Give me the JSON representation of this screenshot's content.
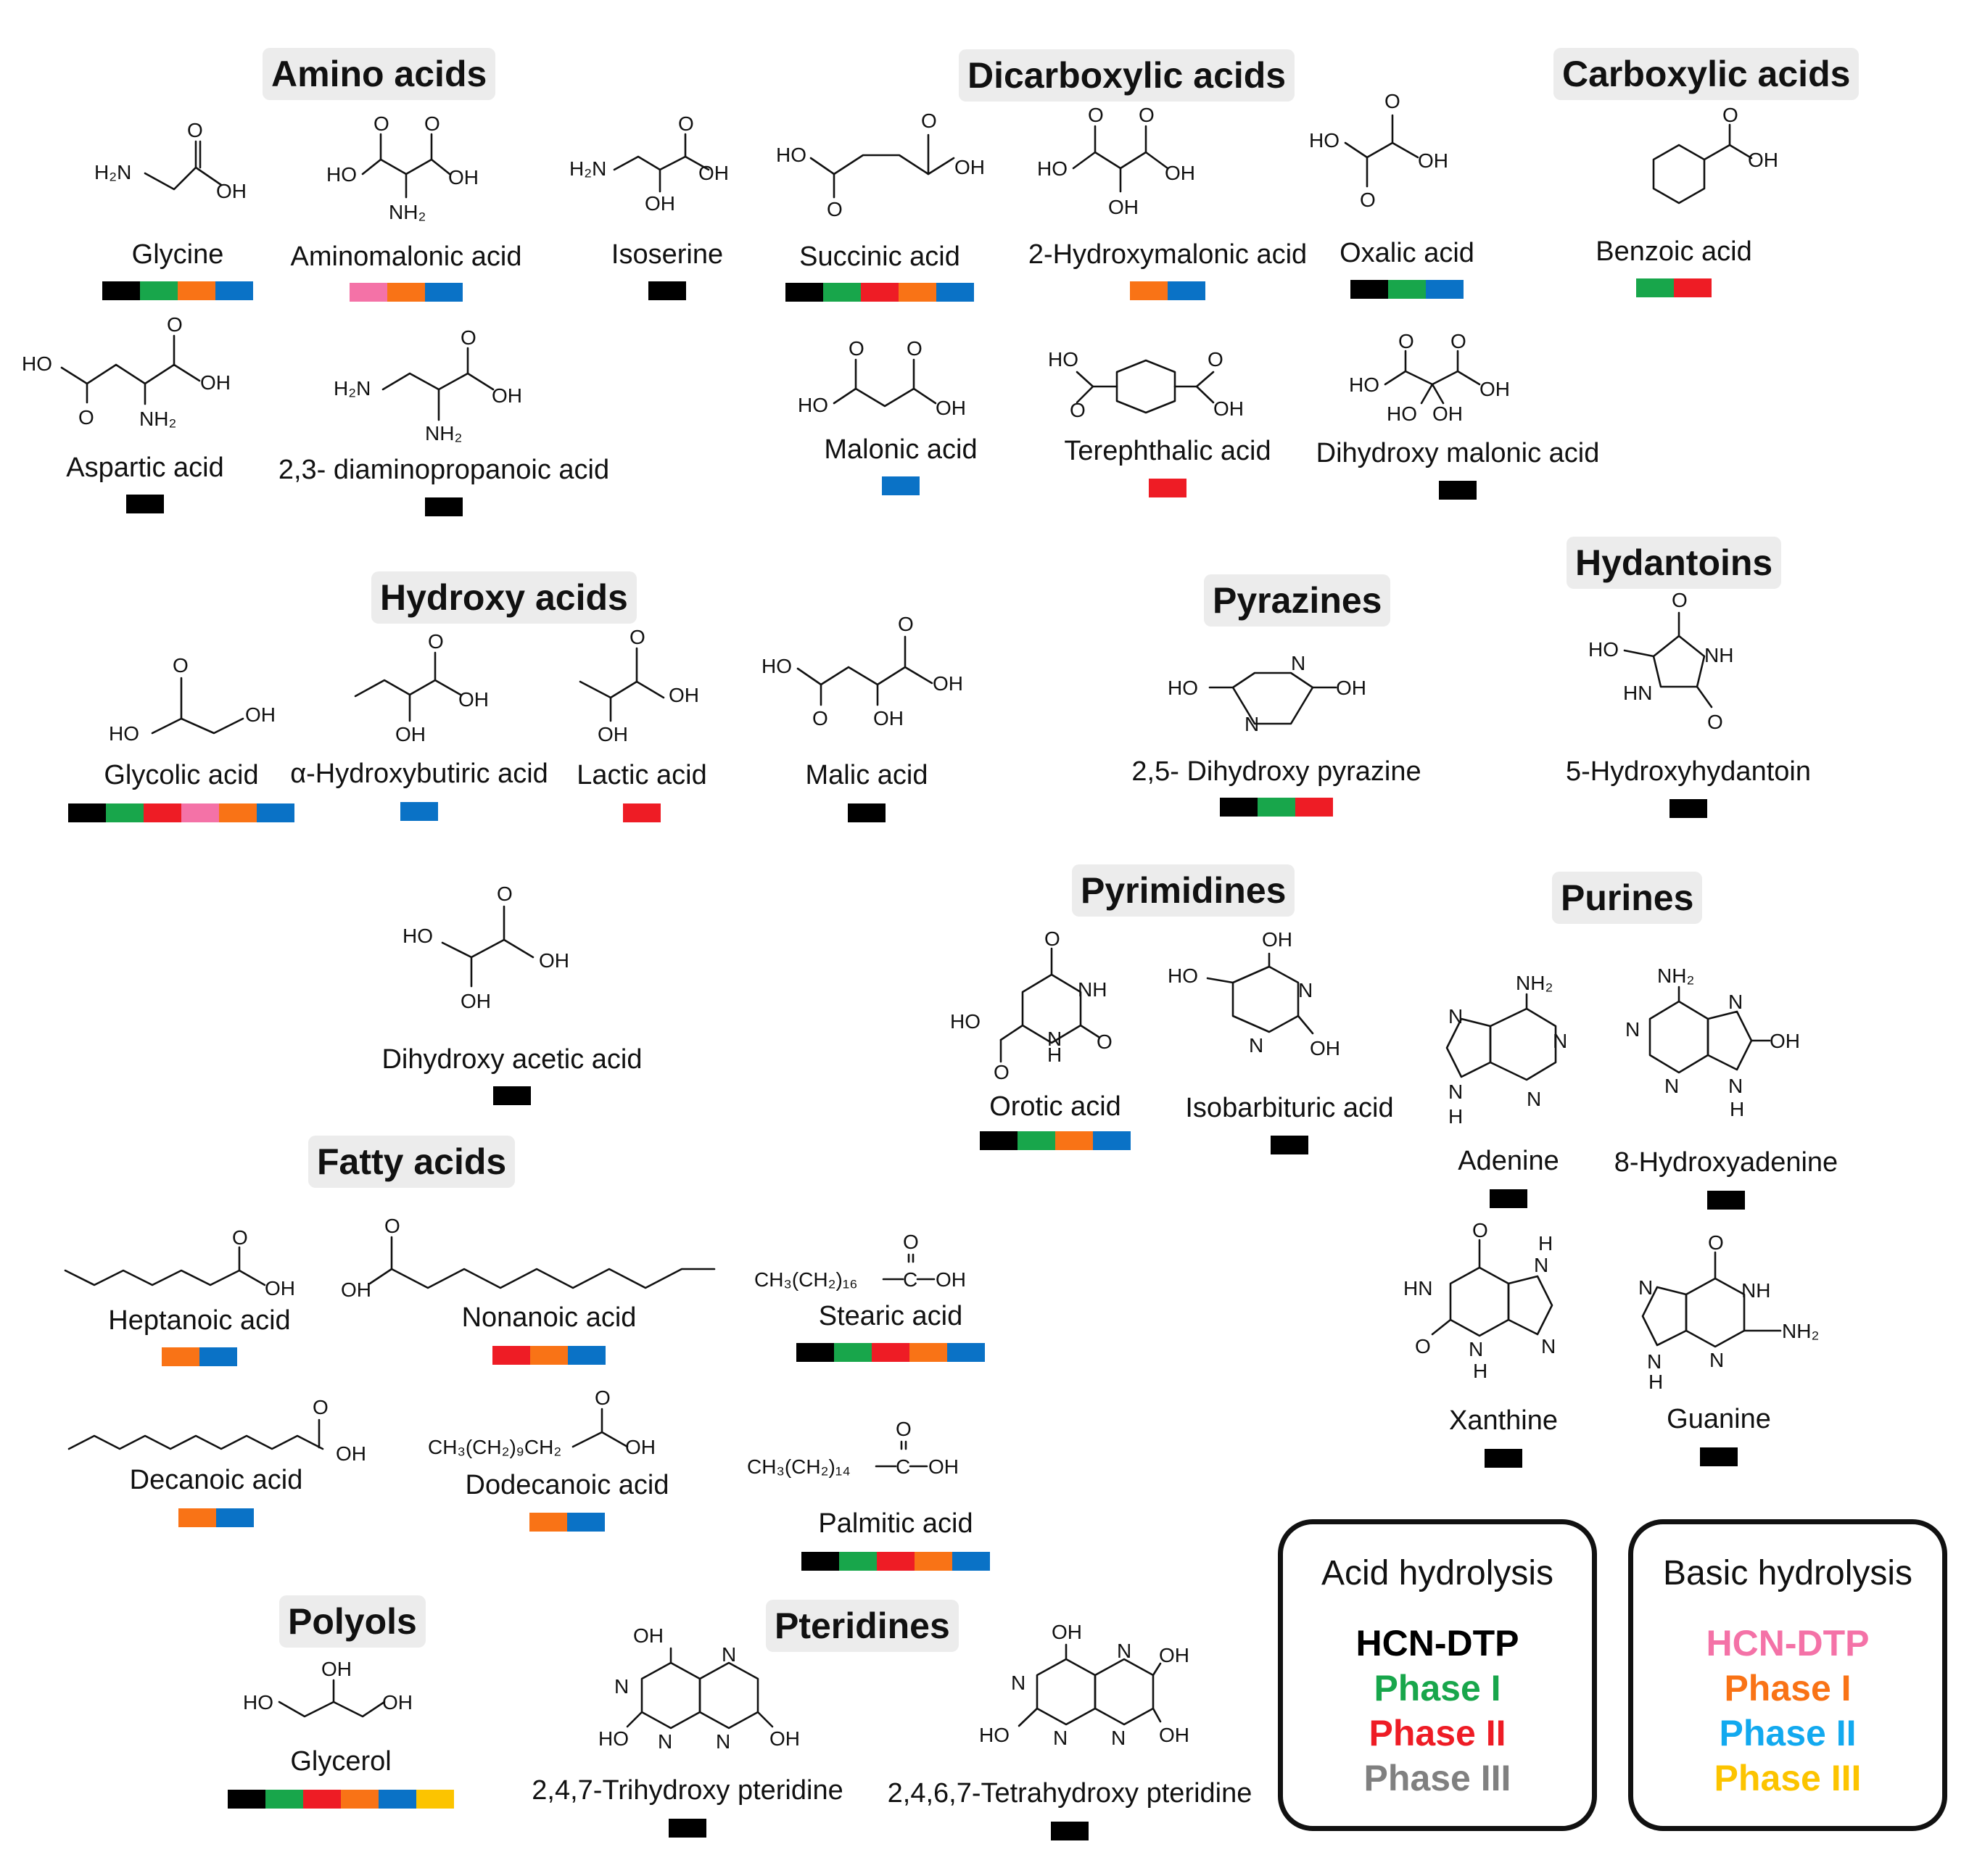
{
  "colors": {
    "black": "#000000",
    "green": "#18a64b",
    "red": "#ee1c25",
    "pink": "#f472a7",
    "orange": "#f97316",
    "blue": "#0a72c6",
    "yellow": "#fcc400",
    "gray": "#808080",
    "lightblue": "#12a9ef"
  },
  "categories": {
    "amino": "Amino acids",
    "dicarboxylic": "Dicarboxylic acids",
    "carboxylic": "Carboxylic acids",
    "hydroxy": "Hydroxy acids",
    "pyrazines": "Pyrazines",
    "hydantoins": "Hydantoins",
    "pyrimidines": "Pyrimidines",
    "purines": "Purines",
    "fatty": "Fatty acids",
    "polyols": "Polyols",
    "pteridines": "Pteridines"
  },
  "compounds": [
    {
      "name": "Glycine",
      "bars": [
        "black",
        "green",
        "orange",
        "blue"
      ]
    },
    {
      "name": "Aminomalonic acid",
      "bars": [
        "pink",
        "orange",
        "blue"
      ]
    },
    {
      "name": "Isoserine",
      "bars": [
        "black"
      ]
    },
    {
      "name": "Succinic acid",
      "bars": [
        "black",
        "green",
        "red",
        "orange",
        "blue"
      ]
    },
    {
      "name": "2-Hydroxymalonic acid",
      "bars": [
        "orange",
        "blue"
      ]
    },
    {
      "name": "Oxalic acid",
      "bars": [
        "black",
        "green",
        "blue"
      ]
    },
    {
      "name": "Benzoic acid",
      "bars": [
        "green",
        "red"
      ]
    },
    {
      "name": "Aspartic acid",
      "bars": [
        "black"
      ]
    },
    {
      "name": "2,3- diaminopropanoic acid",
      "bars": [
        "black"
      ]
    },
    {
      "name": "Malonic acid",
      "bars": [
        "blue"
      ]
    },
    {
      "name": "Terephthalic acid",
      "bars": [
        "red"
      ]
    },
    {
      "name": "Dihydroxy malonic acid",
      "bars": [
        "black"
      ]
    },
    {
      "name": "Glycolic acid",
      "bars": [
        "black",
        "green",
        "red",
        "pink",
        "orange",
        "blue"
      ]
    },
    {
      "name": "α-Hydroxybutiric acid",
      "bars": [
        "blue"
      ]
    },
    {
      "name": "Lactic acid",
      "bars": [
        "red"
      ]
    },
    {
      "name": "Malic acid",
      "bars": [
        "black"
      ]
    },
    {
      "name": "2,5- Dihydroxy pyrazine",
      "bars": [
        "black",
        "green",
        "red"
      ]
    },
    {
      "name": "5-Hydroxyhydantoin",
      "bars": [
        "black"
      ]
    },
    {
      "name": "Dihydroxy acetic acid",
      "bars": [
        "black"
      ]
    },
    {
      "name": "Orotic acid",
      "bars": [
        "black",
        "green",
        "orange",
        "blue"
      ]
    },
    {
      "name": "Isobarbituric acid",
      "bars": [
        "black"
      ]
    },
    {
      "name": "Adenine",
      "bars": [
        "black"
      ]
    },
    {
      "name": "8-Hydroxyadenine",
      "bars": [
        "black"
      ]
    },
    {
      "name": "Heptanoic acid",
      "bars": [
        "orange",
        "blue"
      ]
    },
    {
      "name": "Nonanoic acid",
      "bars": [
        "red",
        "orange",
        "blue"
      ]
    },
    {
      "name": "Stearic acid",
      "bars": [
        "black",
        "green",
        "red",
        "orange",
        "blue"
      ]
    },
    {
      "name": "Xanthine",
      "bars": [
        "black"
      ]
    },
    {
      "name": "Guanine",
      "bars": [
        "black"
      ]
    },
    {
      "name": "Decanoic acid",
      "bars": [
        "orange",
        "blue"
      ]
    },
    {
      "name": "Dodecanoic acid",
      "bars": [
        "orange",
        "blue"
      ]
    },
    {
      "name": "Palmitic acid",
      "bars": [
        "black",
        "green",
        "red",
        "orange",
        "blue"
      ]
    },
    {
      "name": "Glycerol",
      "bars": [
        "black",
        "green",
        "red",
        "orange",
        "blue",
        "yellow"
      ]
    },
    {
      "name": "2,4,7-Trihydroxy pteridine",
      "bars": [
        "black"
      ]
    },
    {
      "name": "2,4,6,7-Tetrahydroxy pteridine",
      "bars": [
        "black"
      ]
    }
  ],
  "legend": [
    {
      "title": "Acid hydrolysis",
      "items": [
        {
          "label": "HCN-DTP",
          "color": "#000000"
        },
        {
          "label": "Phase I",
          "color": "#18a64b"
        },
        {
          "label": "Phase II",
          "color": "#ee1c25"
        },
        {
          "label": "Phase III",
          "color": "#808080"
        }
      ]
    },
    {
      "title": "Basic hydrolysis",
      "items": [
        {
          "label": "HCN-DTP",
          "color": "#f472a7"
        },
        {
          "label": "Phase I",
          "color": "#f97316"
        },
        {
          "label": "Phase II",
          "color": "#12a9ef"
        },
        {
          "label": "Phase III",
          "color": "#fcc400"
        }
      ]
    }
  ],
  "formulas": {
    "h2n": "H₂N",
    "nh2": "NH₂",
    "oh": "OH",
    "ho": "HO",
    "o": "O",
    "n": "N",
    "nh": "NH",
    "hn": "HN",
    "h": "H",
    "stearic": "CH₃(CH₂)₁₆",
    "palmitic": "CH₃(CH₂)₁₄",
    "dodecanoic": "CH₃(CH₂)₉CH₂",
    "c": "C"
  }
}
